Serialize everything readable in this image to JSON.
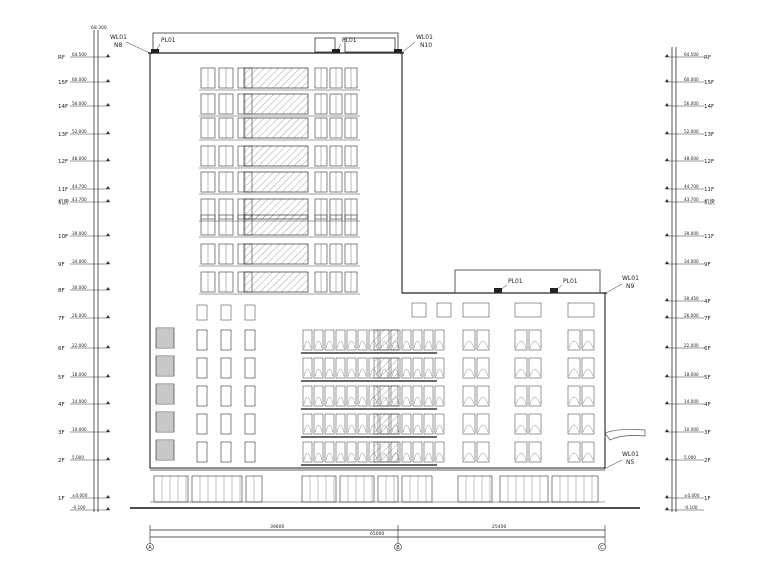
{
  "left_levels": [
    {
      "label": "RF",
      "elev": "64.500"
    },
    {
      "label": "15F",
      "elev": "60.000"
    },
    {
      "label": "14F",
      "elev": "56.000"
    },
    {
      "label": "13F",
      "elev": "52.000"
    },
    {
      "label": "12F",
      "elev": "48.000"
    },
    {
      "label": "11F",
      "elev": "44.700"
    },
    {
      "label": "机房",
      "elev": "43.700"
    },
    {
      "label": "10F",
      "elev": "39.000"
    },
    {
      "label": "9F",
      "elev": "34.000"
    },
    {
      "label": "8F",
      "elev": "30.000"
    },
    {
      "label": "7F",
      "elev": "26.000"
    },
    {
      "label": "6F",
      "elev": "22.000"
    },
    {
      "label": "5F",
      "elev": "18.000"
    },
    {
      "label": "4F",
      "elev": "14.000"
    },
    {
      "label": "3F",
      "elev": "10.000"
    },
    {
      "label": "2F",
      "elev": "5.000"
    },
    {
      "label": "1F",
      "elev": "±0.000"
    },
    {
      "label": "",
      "elev": "-0.100"
    }
  ],
  "left_top_elev": "68.300",
  "right_levels": [
    {
      "label": "RF",
      "elev": "64.500"
    },
    {
      "label": "15F",
      "elev": "60.000"
    },
    {
      "label": "14F",
      "elev": "56.000"
    },
    {
      "label": "13F",
      "elev": "52.000"
    },
    {
      "label": "12F",
      "elev": "48.000"
    },
    {
      "label": "11F",
      "elev": "44.700"
    },
    {
      "label": "机房",
      "elev": "43.700"
    },
    {
      "label": "11F",
      "elev": "39.000"
    },
    {
      "label": "9F",
      "elev": "34.000"
    },
    {
      "label": "4F",
      "elev": "30.450"
    },
    {
      "label": "7F",
      "elev": "26.000"
    },
    {
      "label": "6F",
      "elev": "22.000"
    },
    {
      "label": "5F",
      "elev": "18.000"
    },
    {
      "label": "4F",
      "elev": "14.000"
    },
    {
      "label": "3F",
      "elev": "10.000"
    },
    {
      "label": "2F",
      "elev": "5.000"
    },
    {
      "label": "1F",
      "elev": "±0.000"
    },
    {
      "label": "",
      "elev": "-0.100"
    }
  ],
  "dimension_labels": {
    "left_span": "39600",
    "total": "65000",
    "right_span": "25400"
  },
  "axis_labels": {
    "a": "A",
    "b": "B",
    "c": "C"
  },
  "callouts": {
    "wl_n8_top": "WL01",
    "wl_n8_bot": "N8",
    "wl_n10_top": "WL01",
    "wl_n10_bot": "N10",
    "wl_n9_top": "WL01",
    "wl_n9_bot": "N9",
    "wl_n5_top": "WL01",
    "wl_n5_bot": "N5",
    "pl_1": "PL01",
    "pl_2": "PL01",
    "pl_3": "PL01",
    "pl_4": "PL01"
  }
}
